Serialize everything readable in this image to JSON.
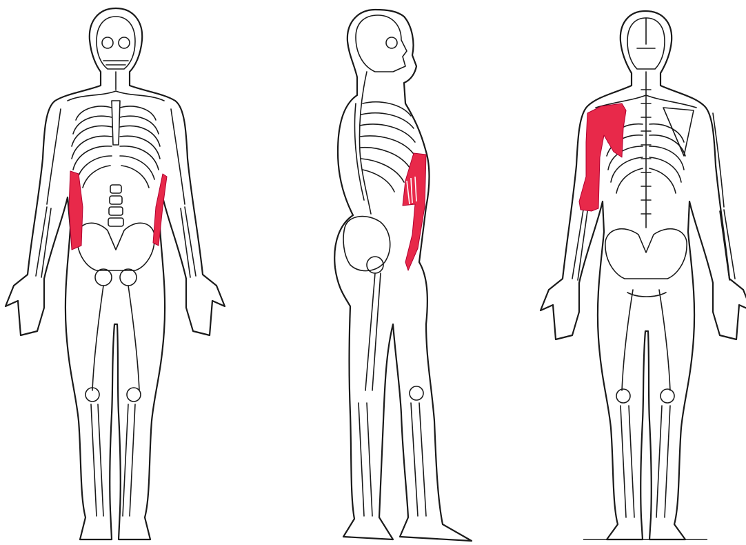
{
  "figures": [
    {
      "view": "front"
    },
    {
      "view": "side"
    },
    {
      "view": "back"
    }
  ],
  "colors": {
    "outline": "#1a1a1a",
    "highlight": "#e8294a",
    "background": "#ffffff"
  }
}
